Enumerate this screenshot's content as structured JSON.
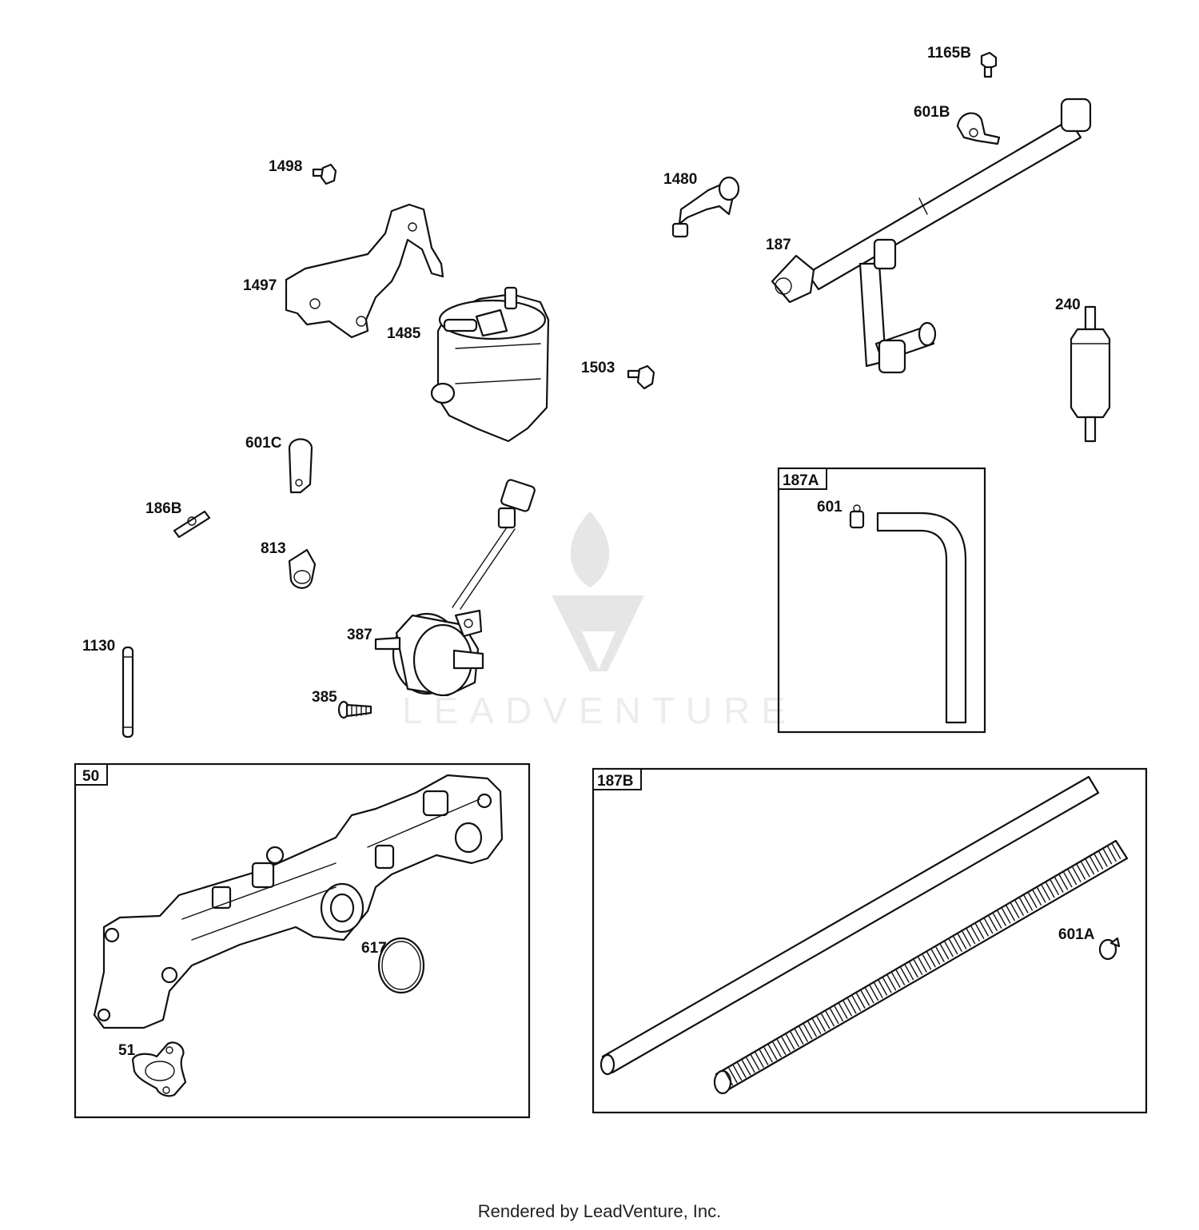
{
  "watermark": {
    "text": "LEADVENTURE"
  },
  "footer": {
    "text": "Rendered by LeadVenture, Inc."
  },
  "labels": {
    "p1165B": "1165B",
    "p601B": "601B",
    "p1498": "1498",
    "p1480": "1480",
    "p187": "187",
    "p1497": "1497",
    "p1485": "1485",
    "p240": "240",
    "p1503": "1503",
    "p601C": "601C",
    "p186B": "186B",
    "p813": "813",
    "p387": "387",
    "p1130": "1130",
    "p385": "385",
    "p601": "601",
    "p617": "617",
    "p51": "51",
    "p601A": "601A"
  },
  "boxes": {
    "b187A": "187A",
    "b50": "50",
    "b187B": "187B"
  }
}
